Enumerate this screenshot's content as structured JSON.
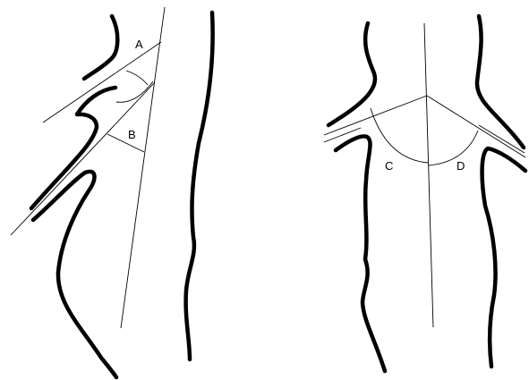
{
  "labels": {
    "a": "A",
    "b": "B",
    "c": "C",
    "d": "D"
  },
  "colors": {
    "stroke": "#000000",
    "background": "#ffffff"
  }
}
